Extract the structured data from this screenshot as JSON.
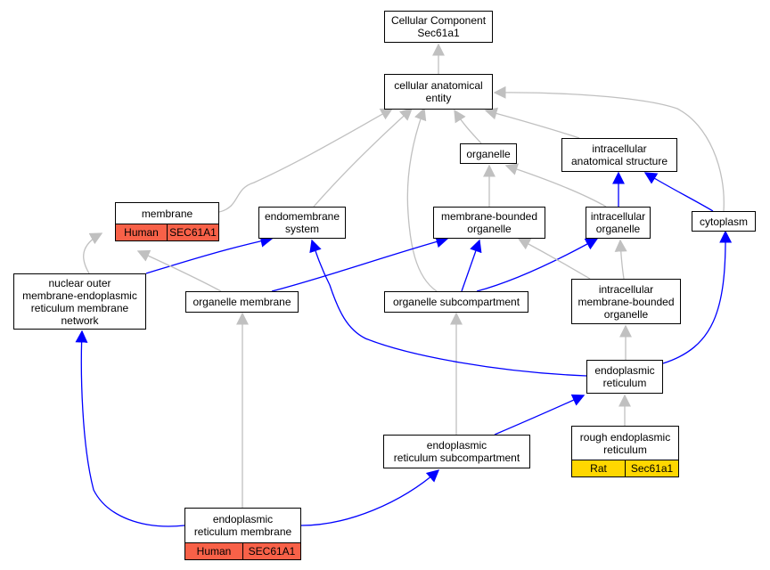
{
  "colors": {
    "is_a": "#c0c0c0",
    "part_of": "#0000ff",
    "human": "#f86148",
    "rat": "#ffd700"
  },
  "nodes": {
    "root": {
      "label": "Cellular Component\nSec61a1"
    },
    "cae": {
      "label": "cellular anatomical\nentity"
    },
    "organelle": {
      "label": "organelle"
    },
    "ias": {
      "label": "intracellular\nanatomical structure"
    },
    "membrane": {
      "label": "membrane",
      "species": "Human",
      "gene": "SEC61A1"
    },
    "endosys": {
      "label": "endomembrane\nsystem"
    },
    "mbo": {
      "label": "membrane-bounded\norganelle"
    },
    "io": {
      "label": "intracellular\norganelle"
    },
    "cyto": {
      "label": "cytoplasm"
    },
    "nuclear": {
      "label": "nuclear outer\nmembrane-endoplasmic\nreticulum membrane\nnetwork"
    },
    "orgmem": {
      "label": "organelle membrane"
    },
    "orgsub": {
      "label": "organelle subcompartment"
    },
    "imbo": {
      "label": "intracellular\nmembrane-bounded\norganelle"
    },
    "er": {
      "label": "endoplasmic\nreticulum"
    },
    "rer": {
      "label": "rough endoplasmic\nreticulum",
      "species": "Rat",
      "gene": "Sec61a1"
    },
    "ersub": {
      "label": "endoplasmic\nreticulum subcompartment"
    },
    "ermem": {
      "label": "endoplasmic\nreticulum membrane",
      "species": "Human",
      "gene": "SEC61A1"
    }
  }
}
